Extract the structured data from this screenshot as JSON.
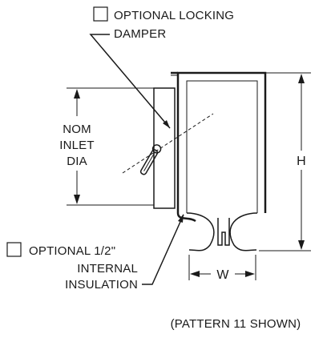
{
  "labels": {
    "locking_damper_line1": "OPTIONAL LOCKING",
    "locking_damper_line2": "DAMPER",
    "inlet_line1": "NOM",
    "inlet_line2": "INLET",
    "inlet_line3": "DIA",
    "height": "H",
    "insulation_line1": "OPTIONAL 1/2\"",
    "insulation_line2": "INTERNAL",
    "insulation_line3": "INSULATION",
    "width": "W",
    "caption": "(PATTERN 11 SHOWN)"
  }
}
